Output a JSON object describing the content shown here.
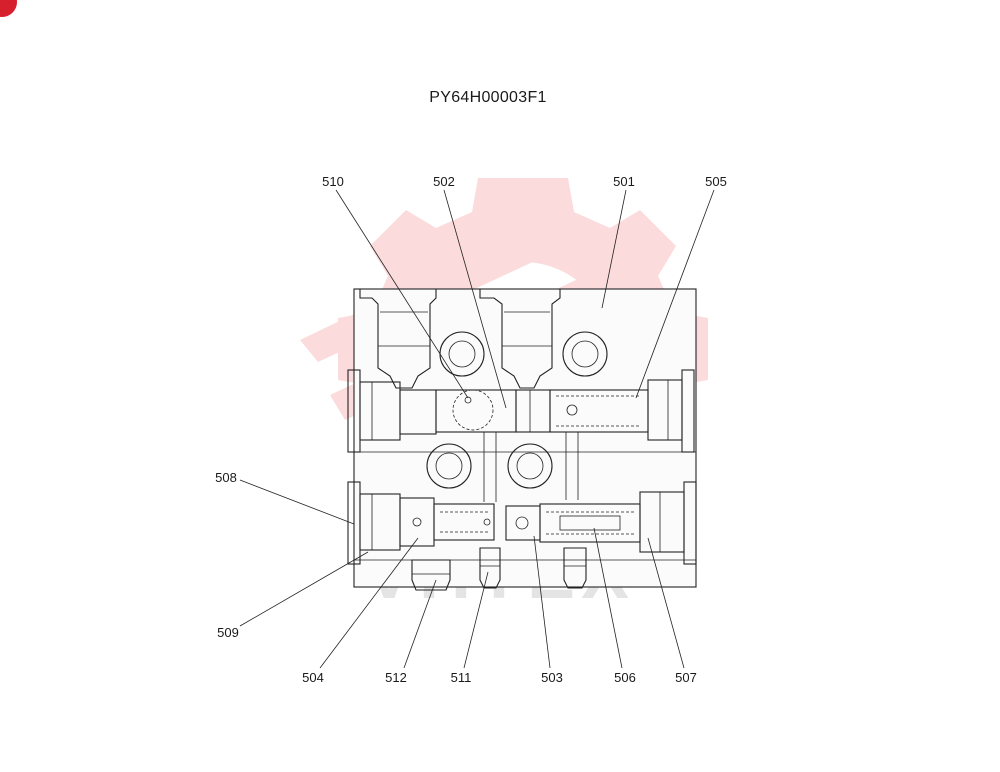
{
  "drawing": {
    "part_number": "PY64H00003F1"
  },
  "callouts": [
    {
      "id": "510",
      "text": "510"
    },
    {
      "id": "502",
      "text": "502"
    },
    {
      "id": "501",
      "text": "501"
    },
    {
      "id": "505",
      "text": "505"
    },
    {
      "id": "508",
      "text": "508"
    },
    {
      "id": "509",
      "text": "509"
    },
    {
      "id": "504",
      "text": "504"
    },
    {
      "id": "512",
      "text": "512"
    },
    {
      "id": "511",
      "text": "511"
    },
    {
      "id": "503",
      "text": "503"
    },
    {
      "id": "506",
      "text": "506"
    },
    {
      "id": "507",
      "text": "507"
    }
  ],
  "watermark": {
    "text": "VHTEX",
    "color": "#e8282d"
  },
  "corner_badge": {
    "color": "#d6202e"
  }
}
